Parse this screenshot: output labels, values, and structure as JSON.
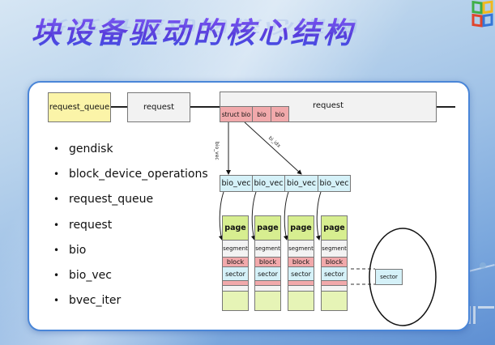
{
  "page": {
    "title": "块设备驱动的核心结构"
  },
  "bullets": [
    "gendisk",
    "block_device_operations",
    "request_queue",
    "request",
    "bio",
    "bio_vec",
    "bvec_iter"
  ],
  "diagram": {
    "request_queue_label": "request_queue",
    "request1_label": "request",
    "request2_label": "request",
    "bio_cells": [
      "struct bio",
      "bio",
      "bio"
    ],
    "arrow_bio_vec_label": "bio_vec",
    "arrow_bi_idx_label": "bi_idx",
    "bio_vecs": [
      "bio_vec",
      "bio_vec",
      "bio_vec",
      "bio_vec"
    ],
    "columns": [
      {
        "page": "page",
        "segment": "segment",
        "block": "block",
        "sector": "sector"
      },
      {
        "page": "page",
        "segment": "segment",
        "block": "block",
        "sector": "sector"
      },
      {
        "page": "page",
        "segment": "segment",
        "block": "block",
        "sector": "sector"
      },
      {
        "page": "page",
        "segment": "segment",
        "block": "block",
        "sector": "sector"
      }
    ],
    "zoom_sector_label": "sector"
  },
  "colors": {
    "request_queue_fill": "#fbf4a8",
    "request_fill": "#f2f2f2",
    "bio_fill": "#f1a9ab",
    "bio_vec_fill": "#d5f1f8",
    "page_fill": "#d7ee90",
    "segment_fill": "#f3f3f3",
    "block_fill": "#f1a9ab",
    "sector_fill": "#d5f1f8",
    "tail_fill": "#e6f4b6",
    "card_border": "#4a86d8",
    "title_color": "#6b46e8"
  }
}
